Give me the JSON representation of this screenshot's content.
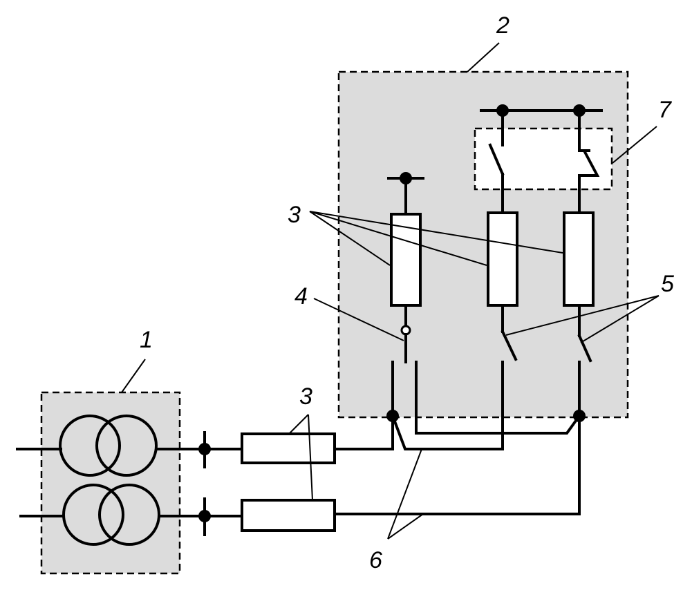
{
  "diagram": {
    "labels": {
      "transformers": "1",
      "switchgear": "2",
      "fuses_upper": "3",
      "fuses_lower": "3",
      "disconnector": "4",
      "switches": "5",
      "cables": "6",
      "breaker_box": "7"
    },
    "colors": {
      "box_fill": "#dcdcdc",
      "line": "#000000",
      "background": "#ffffff"
    }
  }
}
